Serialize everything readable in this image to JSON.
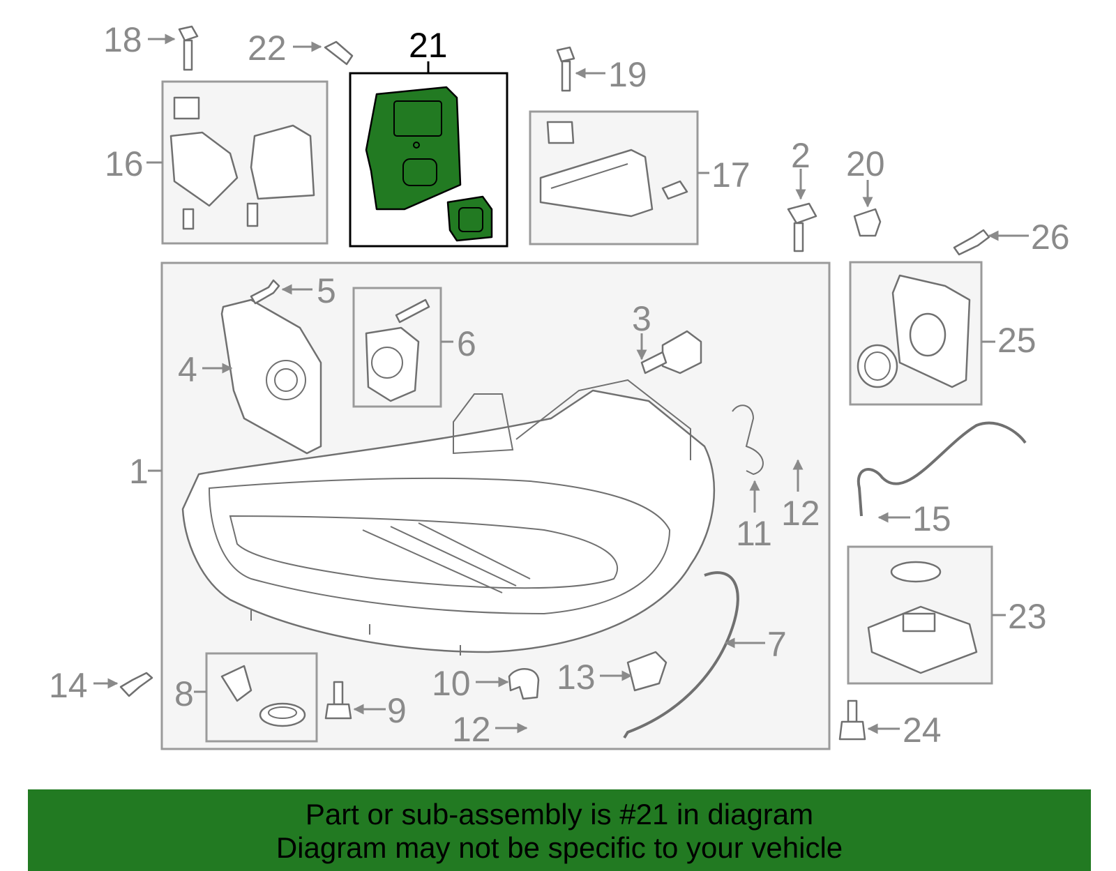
{
  "diagram": {
    "highlighted_part": "21",
    "highlight_color": "#227a22",
    "callouts": {
      "c1": "1",
      "c2": "2",
      "c3": "3",
      "c4": "4",
      "c5": "5",
      "c6": "6",
      "c7": "7",
      "c8": "8",
      "c9": "9",
      "c10": "10",
      "c11": "11",
      "c12a": "12",
      "c12b": "12",
      "c13": "13",
      "c14": "14",
      "c15": "15",
      "c16": "16",
      "c17": "17",
      "c18": "18",
      "c19": "19",
      "c20": "20",
      "c21": "21",
      "c22": "22",
      "c23": "23",
      "c24": "24",
      "c25": "25",
      "c26": "26"
    }
  },
  "banner": {
    "line1": "Part or sub-assembly is #21 in diagram",
    "line2": "Diagram may not be specific to your vehicle",
    "background": "#227a22"
  }
}
